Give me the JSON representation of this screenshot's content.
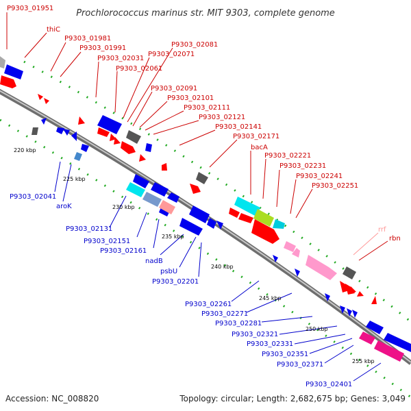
{
  "title": "Prochlorococcus marinus str. MIT 9303, complete genome",
  "footer": {
    "accession": "Accession: NC_008820",
    "topology": "Topology: circular; Length: 2,682,675 bp; Genes: 3,049"
  },
  "colors": {
    "forward_label": "#cc0000",
    "reverse_label": "#0000cc",
    "rna_label": "#ff9999",
    "backbone": "#8a8a8a",
    "tick": "#118811",
    "cds_forward": "#ff0000",
    "cds_reverse": "#0000ee",
    "trna": "#ff99cc",
    "rrna": "#00e5ee",
    "other": "#555555"
  },
  "forward_labels": [
    "P9303_01951",
    "thiC",
    "P9303_01981",
    "P9303_01991",
    "P9303_02031",
    "P9303_02061",
    "P9303_02071",
    "P9303_02081",
    "P9303_02091",
    "P9303_02101",
    "P9303_02111",
    "P9303_02121",
    "P9303_02141",
    "P9303_02171",
    "bacA",
    "P9303_02221",
    "P9303_02231",
    "P9303_02241",
    "P9303_02251",
    "rrf",
    "rbn"
  ],
  "reverse_labels": [
    "P9303_02041",
    "aroK",
    "P9303_02131",
    "P9303_02151",
    "P9303_02161",
    "nadB",
    "psbU",
    "P9303_02201",
    "P9303_02261",
    "P9303_02271",
    "P9303_02281",
    "P9303_02321",
    "P9303_02331",
    "P9303_02351",
    "P9303_02371",
    "P9303_02401"
  ],
  "kbp_labels": [
    "220 kbp",
    "225 kbp",
    "230 kbp",
    "235 kbp",
    "240 kbp",
    "245 kbp",
    "250 kbp",
    "255 kbp"
  ]
}
